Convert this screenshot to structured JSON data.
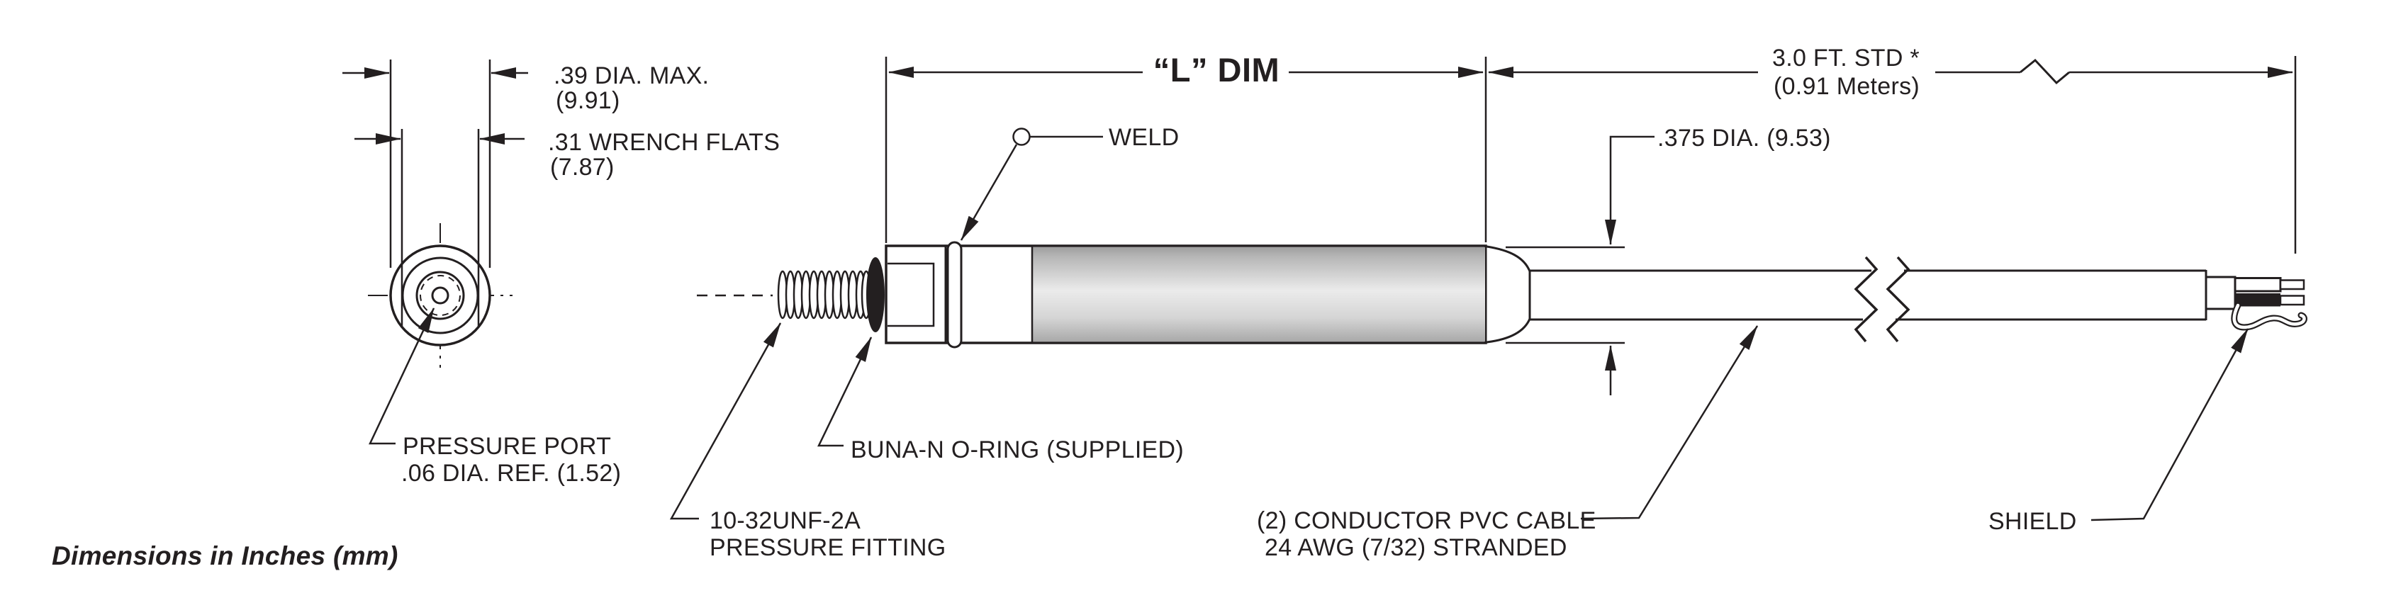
{
  "drawing": {
    "note": "Dimensions in Inches (mm)",
    "end_view": {
      "dia_max_line1": ".39 DIA. MAX.",
      "dia_max_line2": "(9.91)",
      "wrench_flats_line1": ".31 WRENCH FLATS",
      "wrench_flats_line2": "(7.87)",
      "pressure_port_line1": "PRESSURE PORT",
      "pressure_port_line2": ".06 DIA. REF. (1.52)"
    },
    "side_view": {
      "length_dim": "“L” DIM",
      "weld": "WELD",
      "cable_length_line1": "3.0 FT. STD *",
      "cable_length_line2": "(0.91 Meters)",
      "body_dia": ".375 DIA. (9.53)",
      "oring": "BUNA-N O-RING (SUPPLIED)",
      "fitting_line1": "10-32UNF-2A",
      "fitting_line2": "PRESSURE FITTING",
      "cable_line1": "(2) CONDUCTOR PVC CABLE",
      "cable_line2": "24 AWG (7/32) STRANDED",
      "shield": "SHIELD"
    },
    "colors": {
      "line": "#231f20",
      "red_wire": "#e8151c",
      "black_wire": "#231f20",
      "tube_gray_edge": "#9f9f9f",
      "tube_gray_light": "#ebebeb"
    }
  }
}
